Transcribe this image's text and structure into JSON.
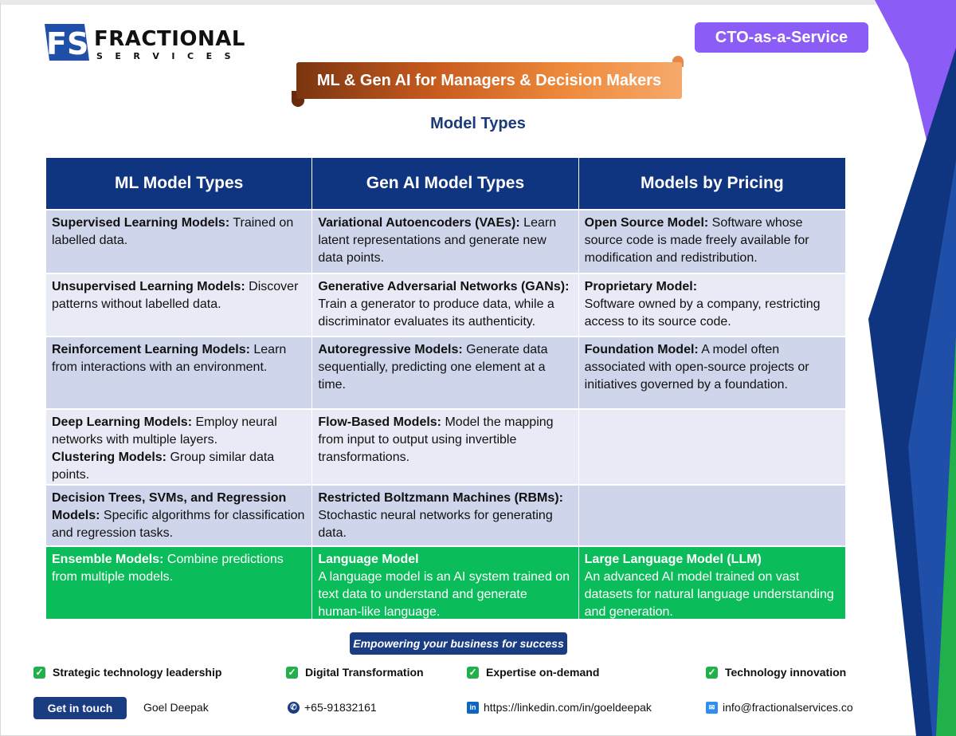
{
  "logo": {
    "mark_text": "FS",
    "title": "FRACTIONAL",
    "subtitle": "SERVICES"
  },
  "badge": "CTO-as-a-Service",
  "banner": "ML & Gen AI for Managers & Decision Makers",
  "page_title": "Model  Types",
  "table": {
    "headers": [
      "ML Model Types",
      "Gen AI Model Types",
      "Models by Pricing"
    ],
    "rows": [
      [
        {
          "b": "Supervised Learning Models:",
          "t": " Trained on labelled data."
        },
        {
          "b": "Variational Autoencoders (VAEs):",
          "t": " Learn latent representations and generate new data points."
        },
        {
          "b": "Open Source Model:",
          "t": " Software whose source code is made freely available for modification and redistribution."
        }
      ],
      [
        {
          "b": "Unsupervised Learning Models:",
          "t": " Discover patterns without labelled data."
        },
        {
          "b": "Generative Adversarial Networks (GANs):",
          "t": " Train a generator to produce data, while a discriminator evaluates its authenticity."
        },
        {
          "b": "Proprietary Model:",
          "t": "Software owned by a company, restricting access to its source code."
        }
      ],
      [
        {
          "b": "Reinforcement Learning Models:",
          "t": " Learn from interactions with an environment."
        },
        {
          "b": "Autoregressive Models:",
          "t": " Generate data sequentially, predicting one element at a time."
        },
        {
          "b": "Foundation Model:",
          "t": " A model often associated with open-source projects or initiatives governed by a foundation."
        }
      ],
      [
        {
          "b": "Deep Learning Models:",
          "t": " Employ neural networks with multiple layers.",
          "b2": "Clustering Models:",
          "t2": " Group similar data points."
        },
        {
          "b": "Flow-Based Models:",
          "t": " Model the mapping from input to output using invertible transformations."
        },
        {
          "b": "",
          "t": ""
        }
      ],
      [
        {
          "b": "Decision Trees, SVMs, and Regression Models:",
          "t": " Specific algorithms for classification and regression tasks."
        },
        {
          "b": "Restricted Boltzmann Machines (RBMs):",
          "t": "Stochastic neural networks for generating data."
        },
        {
          "b": "",
          "t": ""
        }
      ],
      [
        {
          "b": "Ensemble Models:",
          "t": " Combine predictions from multiple models."
        },
        {
          "b": "Language Model",
          "t": "A language model is an AI system trained on text data to understand and generate human-like language."
        },
        {
          "b": "Large Language Model (LLM)",
          "t": "An advanced AI model trained on vast datasets for natural language understanding and generation."
        }
      ]
    ]
  },
  "slogan": "Empowering your business for success",
  "features": [
    "Strategic technology leadership",
    "Digital Transformation",
    "Expertise on-demand",
    "Technology innovation"
  ],
  "footer": {
    "button": "Get in touch",
    "name": "Goel Deepak",
    "phone": "+65-91832161",
    "linkedin": "https://linkedin.com/in/goeldeepak",
    "email": "info@fractionalservices.co"
  },
  "colors": {
    "navy": "#0f3580",
    "purple": "#8b5cf6",
    "green": "#0bbd5a",
    "orange": "#ef8a3c"
  }
}
